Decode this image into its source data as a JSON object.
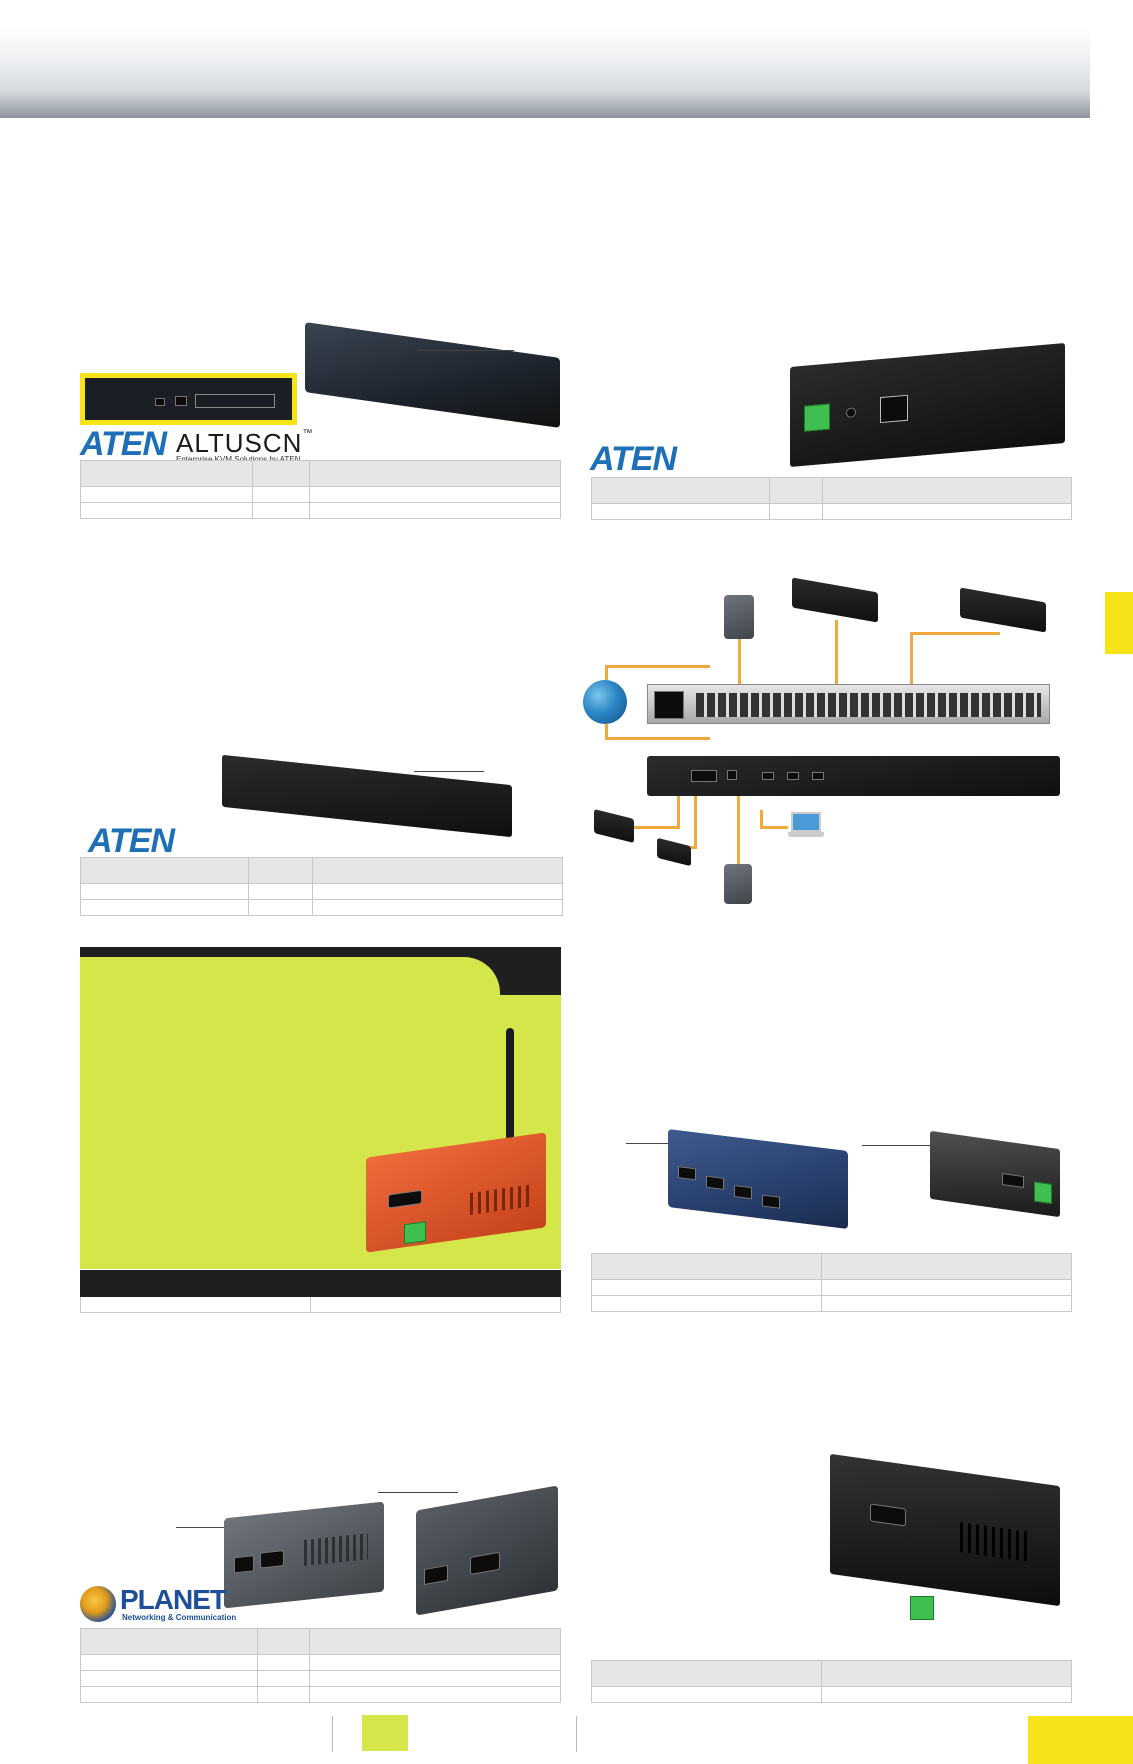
{
  "header": {},
  "brands": {
    "aten": "ATEN",
    "altusen": "ALTUSCN",
    "altusen_tm": "™",
    "altusen_tagline": "Enterprise KVM Solutions by ATEN",
    "planet": "PLANET",
    "planet_tagline": "Networking & Communication"
  },
  "colors": {
    "accent_yellow": "#f7e418",
    "promo_green": "#d4e64a",
    "cable_orange": "#f2a93b",
    "brand_blue": "#1d6fb8"
  },
  "icons": [
    "globe-icon",
    "server-tower-icon",
    "laptop-icon",
    "planet-logo-icon"
  ]
}
